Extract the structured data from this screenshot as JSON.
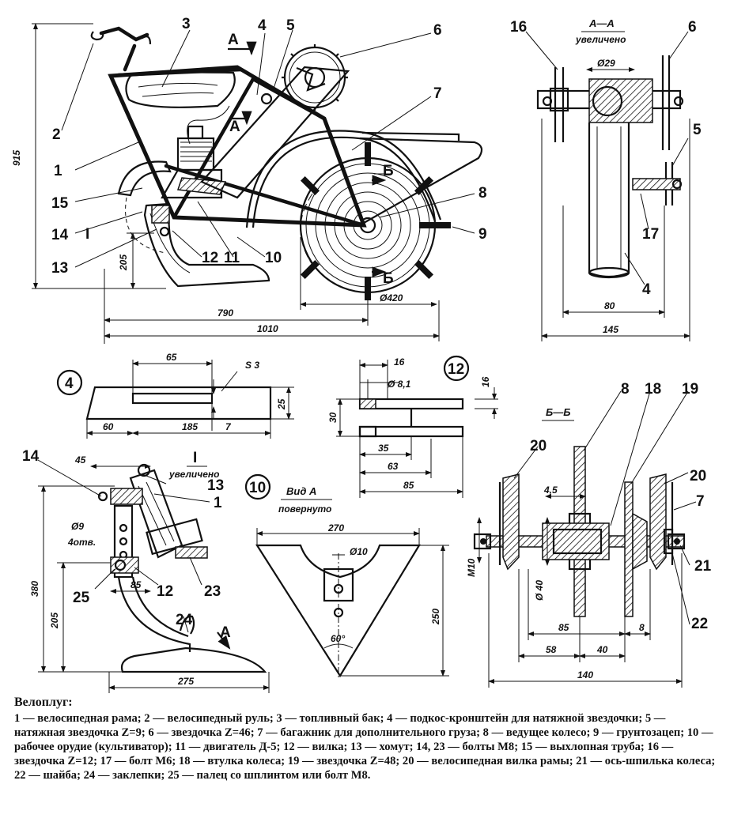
{
  "figure": {
    "part_labels": {
      "p1": "1",
      "p2": "2",
      "p3": "3",
      "p4": "4",
      "p5": "5",
      "p6": "6",
      "p7": "7",
      "p8": "8",
      "p9": "9",
      "p10": "10",
      "p11": "11",
      "p12": "12",
      "p13": "13",
      "p14": "14",
      "p15": "15",
      "p16": "16",
      "p17": "17",
      "p18": "18",
      "p19": "19",
      "p20": "20",
      "p21": "21",
      "p22": "22",
      "p23": "23",
      "p24": "24",
      "p25": "25"
    },
    "view_titles": {
      "section_aa": "А—А",
      "section_aa_note": "увеличено",
      "section_bb": "Б—Б",
      "view_a": "Вид А",
      "view_a_note": "повернуто",
      "view_i": "I",
      "view_i_note": "увеличено",
      "detail_4": "4",
      "detail_10": "10",
      "detail_12": "12",
      "arrow_a": "А",
      "arrow_b": "Б",
      "arrow_i": "I"
    },
    "dimensions": {
      "main": {
        "height": "915",
        "plow": "205",
        "d1": "790",
        "d2": "1010",
        "wheel": "Ø420"
      },
      "aa": {
        "bore": "Ø29",
        "d80": "80",
        "d145": "145"
      },
      "part4": {
        "d65": "65",
        "thick": "S 3",
        "d25": "25",
        "d60": "60",
        "d185": "185",
        "d7": "7"
      },
      "part12": {
        "d16a": "16",
        "hole": "Ø 8,1",
        "d16b": "16",
        "d30": "30",
        "d35": "35",
        "d63": "63",
        "d85": "85"
      },
      "viewi": {
        "d45": "45",
        "holes": "Ø9",
        "holes_count": "4отв.",
        "d380": "380",
        "d205": "205",
        "d85": "85",
        "d275": "275"
      },
      "viewa": {
        "d270": "270",
        "hole": "Ø10",
        "angle": "60°",
        "d250": "250"
      },
      "bb": {
        "d45": "4,5",
        "bolt": "M10",
        "d40": "Ø 40",
        "d85": "85",
        "d8": "8",
        "d58": "58",
        "d40b": "40",
        "d140": "140"
      }
    }
  },
  "caption": {
    "title": "Велоплуг:",
    "text": "1 — велосипедная рама; 2 — велосипедный руль; 3 — топливный бак; 4 — подкос-кронштейн для натяжной звездочки; 5 — натяжная звездочка Z=9; 6 — звездочка Z=46; 7 — багажник для дополнительного груза; 8 — ведущее колесо; 9 — грунтозацеп; 10 — рабочее орудие (культиватор); 11 — двигатель Д-5; 12 — вилка; 13 — хомут; 14, 23 — болты M8; 15 — выхлопная труба; 16 — звездочка Z=12; 17 — болт M6; 18 — втулка колеса; 19 — звездочка Z=48; 20 — велосипедная вилка рамы; 21 — ось-шпилька колеса; 22 — шайба; 24 — заклепки; 25 — палец со шплинтом или болт M8."
  }
}
